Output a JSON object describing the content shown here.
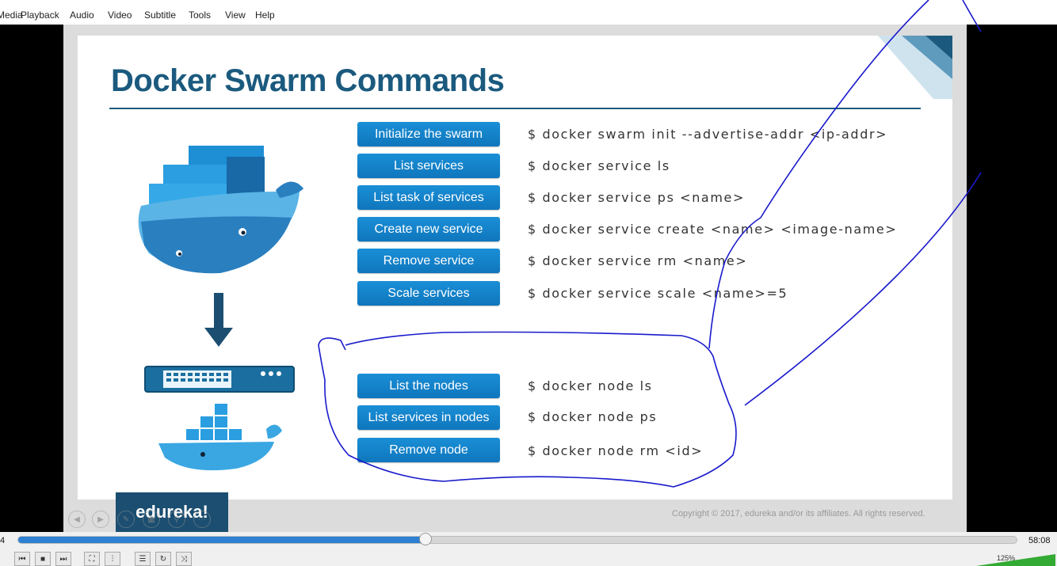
{
  "menu": [
    "Media",
    "Playback",
    "Audio",
    "Video",
    "Subtitle",
    "Tools",
    "View",
    "Help"
  ],
  "slide": {
    "title": "Docker Swarm Commands",
    "commands": [
      {
        "label": "Initialize the swarm",
        "cmd": "$ docker swarm init --advertise-addr <ip-addr>"
      },
      {
        "label": "List services",
        "cmd": "$ docker service ls"
      },
      {
        "label": "List task of services",
        "cmd": "$ docker service ps <name>"
      },
      {
        "label": "Create new service",
        "cmd": "$ docker service create <name> <image-name>"
      },
      {
        "label": "Remove service",
        "cmd": "$ docker service rm <name>"
      },
      {
        "label": "Scale services",
        "cmd": "$ docker service scale <name>=5"
      }
    ],
    "node_commands": [
      {
        "label": "List the nodes",
        "cmd": "$ docker node ls"
      },
      {
        "label": "List services in nodes",
        "cmd": "$ docker node ps"
      },
      {
        "label": "Remove node",
        "cmd": "$ docker node rm <id>"
      }
    ],
    "logo": "edureka!",
    "copyright": "Copyright © 2017, edureka and/or its affiliates. All rights reserved."
  },
  "player": {
    "time_elapsed": "4",
    "time_total": "58:08",
    "progress_fraction": 0.408,
    "volume": "125%",
    "accent_color": "#2d80d2"
  }
}
